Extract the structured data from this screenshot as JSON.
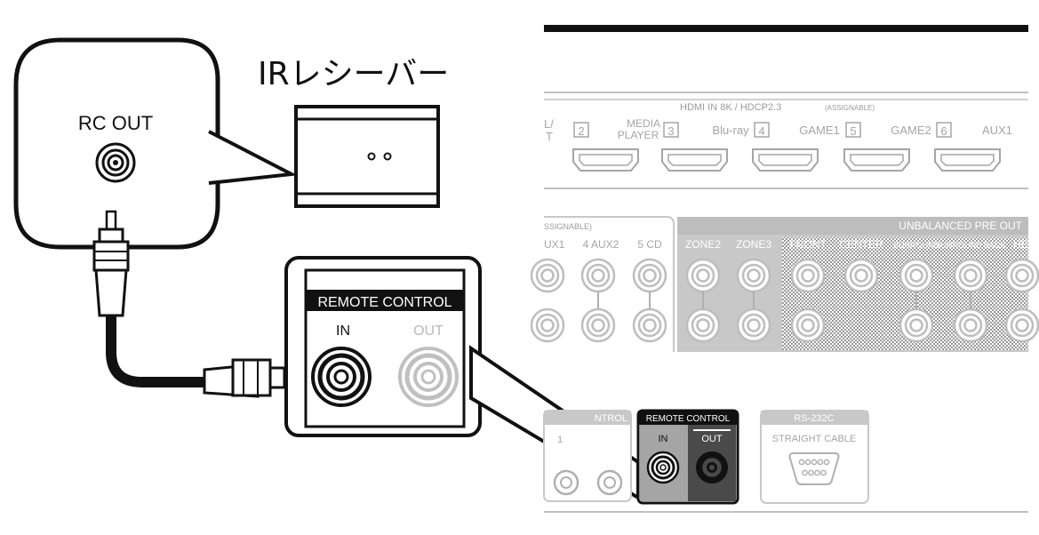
{
  "source_device": {
    "label": "RC OUT"
  },
  "ir_receiver": {
    "title": "IRレシーバー"
  },
  "zoom_panel": {
    "header": "REMOTE CONTROL",
    "in_label": "IN",
    "out_label": "OUT"
  },
  "rear_panel": {
    "hdmi_header": "HDMI IN  8K / HDCP2.3",
    "hdmi_assignable": "(ASSIGNABLE)",
    "hdmi_partial_left": "L/",
    "hdmi_partial_left2": "T",
    "hdmi_inputs": [
      {
        "num": "2",
        "name": ""
      },
      {
        "num": "3",
        "name": "MEDIA"
      },
      {
        "num": "4",
        "name": "Blu-ray"
      },
      {
        "num": "5",
        "name": "GAME1"
      },
      {
        "num": "6",
        "name": "GAME2"
      }
    ],
    "media_player_second_line": "PLAYER",
    "hdmi_last": "AUX1",
    "audio_assignable": "SSIGNABLE)",
    "audio_labels": [
      "UX1",
      "4 AUX2",
      "5 CD"
    ],
    "zone_labels": [
      "ZONE2",
      "ZONE3"
    ],
    "unbalanced_header": "UNBALANCED PRE OUT",
    "preout_labels": [
      "FRONT",
      "CENTER",
      "SURROUND",
      "SURROUND BACK",
      "HEIG"
    ],
    "control_partial": "NTROL",
    "control_partial_num": "1",
    "remote_header": "REMOTE CONTROL",
    "remote_in": "IN",
    "remote_out": "OUT",
    "rs232_header": "RS-232C",
    "rs232_sub": "STRAIGHT CABLE"
  },
  "colors": {
    "line": "#111111",
    "panel_gray": "#b3b3b3",
    "light_gray": "#c8c8c8",
    "dark_jack": "#4a4a4a"
  }
}
